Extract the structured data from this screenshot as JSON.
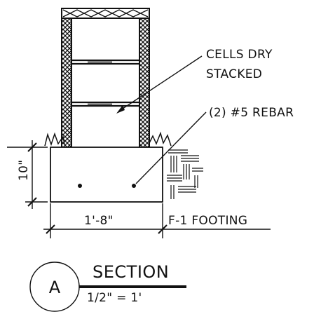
{
  "detail": {
    "callouts": {
      "cells": [
        "CELLS DRY",
        "STACKED"
      ],
      "rebar": "(2) #5 REBAR",
      "footing": "F-1 FOOTING"
    },
    "dimensions": {
      "height": "10\"",
      "width": "1'-8\""
    },
    "title": {
      "marker": "A",
      "name": "SECTION",
      "scale": "1/2\" = 1'"
    }
  }
}
